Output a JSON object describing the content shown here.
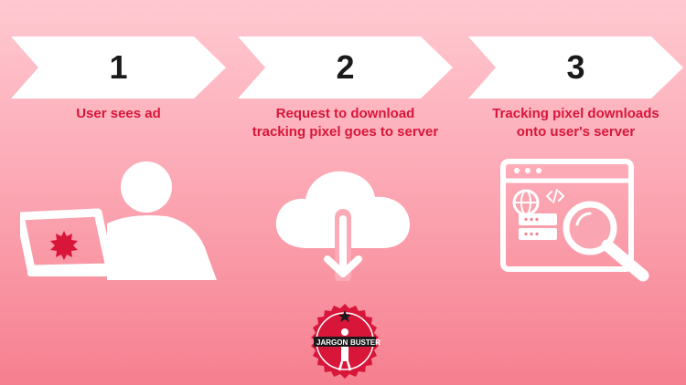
{
  "steps": [
    {
      "number": "1",
      "caption": "User sees ad"
    },
    {
      "number": "2",
      "caption": "Request to download\ntracking pixel goes to server"
    },
    {
      "number": "3",
      "caption": "Tracking pixel downloads\nonto user's server"
    }
  ],
  "badge": {
    "left": "JARGON",
    "right": "BUSTER"
  },
  "icons": [
    "user-laptop-icon",
    "cloud-download-icon",
    "browser-search-icon",
    "code-icon",
    "globe-icon",
    "server-icon",
    "magnifier-icon",
    "star-icon"
  ],
  "colors": {
    "accent": "#d8163a",
    "chevron": "#ffffff",
    "number": "#1a1a1a",
    "bg_top": "#ffc9d1",
    "bg_bottom": "#f67f8f"
  }
}
